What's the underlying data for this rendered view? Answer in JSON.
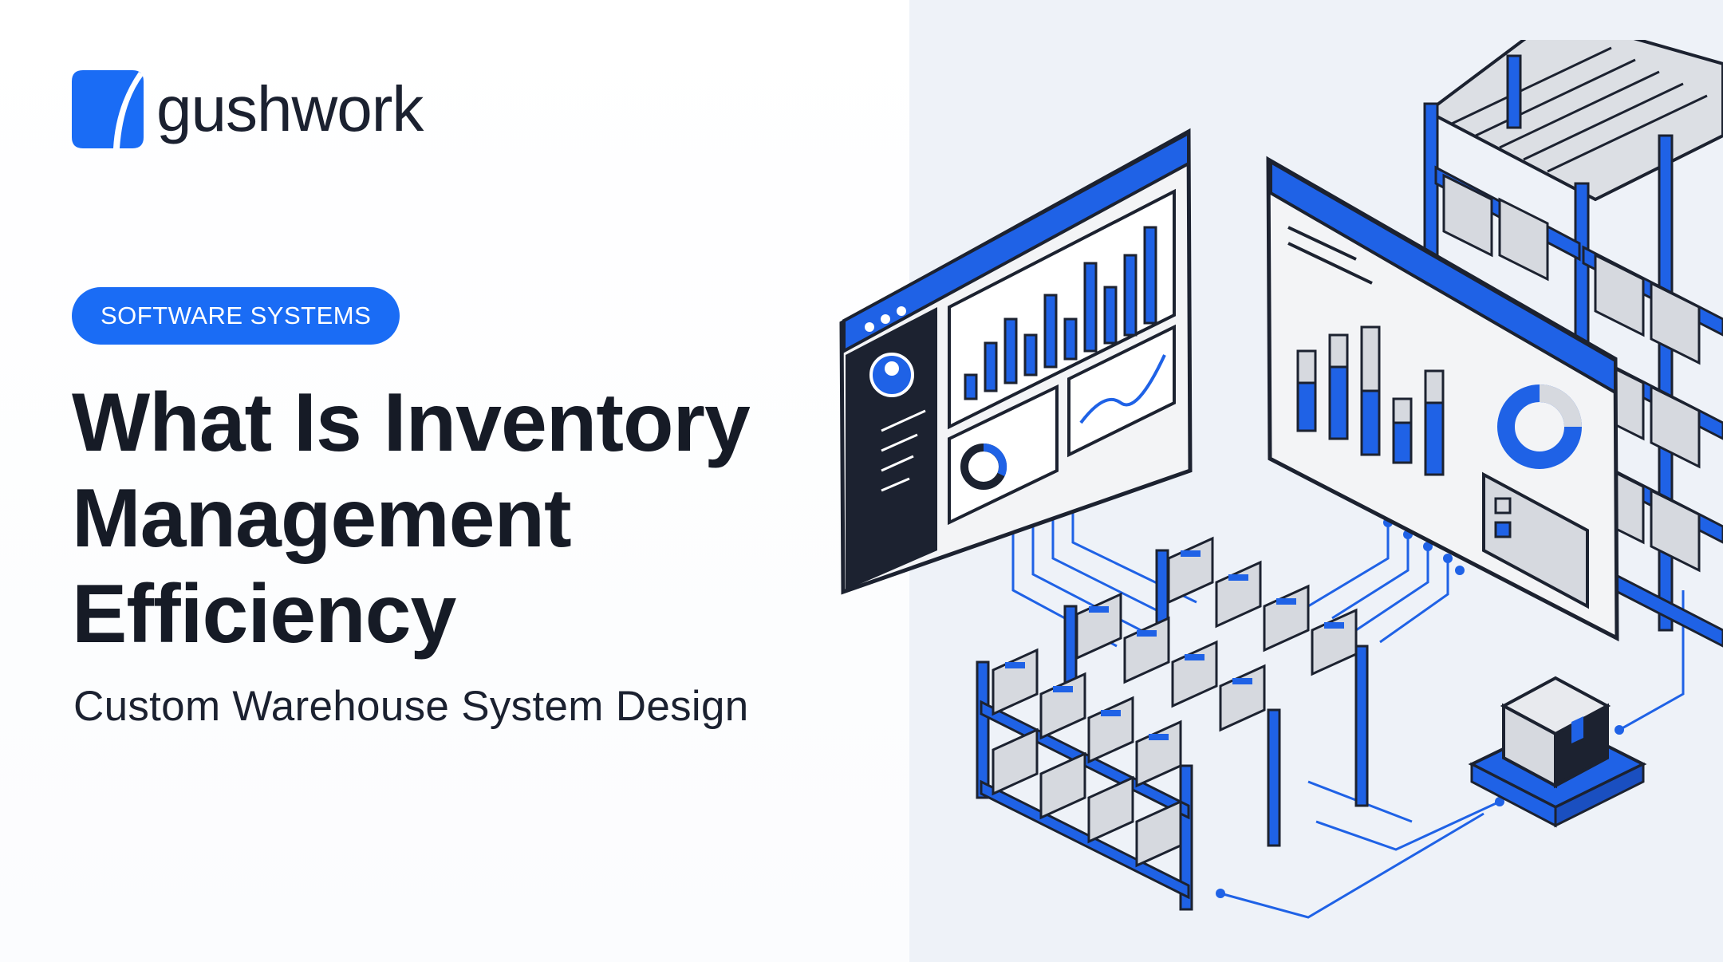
{
  "brand": {
    "name": "gushwork",
    "logo_icon": "gushwork-logo-icon",
    "accent_color": "#1a6cf5"
  },
  "category_tag": "SOFTWARE SYSTEMS",
  "headline": {
    "lines": [
      "What Is Inventory",
      "Management",
      "Efficiency"
    ]
  },
  "subtitle": "Custom Warehouse System Design",
  "illustration": {
    "subject": "isometric-warehouse-with-analytics-dashboards",
    "colors": {
      "blue": "#1f62e6",
      "dark": "#1c2230",
      "light": "#eef2f8",
      "box": "#d6d9df"
    }
  }
}
